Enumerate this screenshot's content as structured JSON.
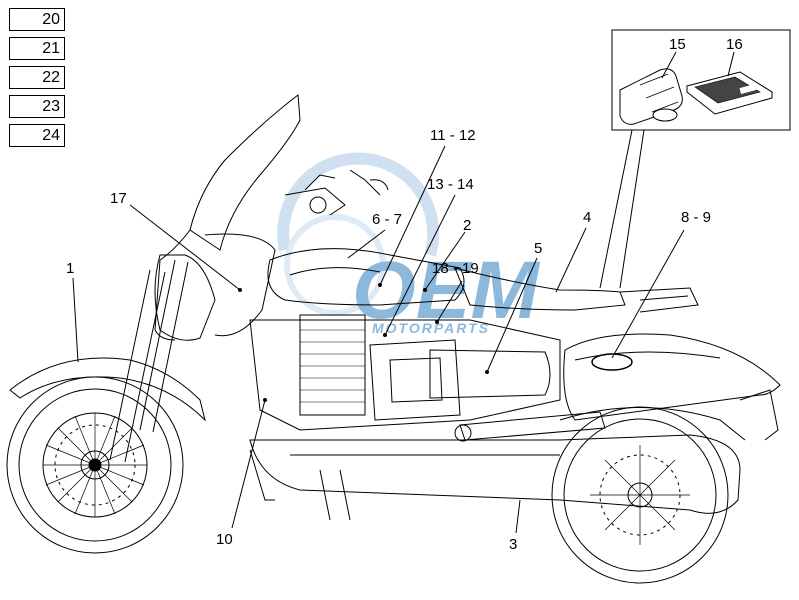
{
  "reference_boxes": [
    "20",
    "21",
    "22",
    "23",
    "24"
  ],
  "callouts": {
    "c1": "1",
    "c2": "2",
    "c3": "3",
    "c4": "4",
    "c5": "5",
    "c6_7": "6 - 7",
    "c8_9": "8 - 9",
    "c10": "10",
    "c11_12": "11 - 12",
    "c13_14": "13 - 14",
    "c15": "15",
    "c16": "16",
    "c17": "17",
    "c18_19": "18 - 19"
  },
  "watermark": {
    "brand": "OEM",
    "sub": "MOTORPARTS"
  },
  "colors": {
    "line": "#000000",
    "watermark_blue": "#2f7fc1",
    "watermark_light": "#a9c8e6"
  }
}
